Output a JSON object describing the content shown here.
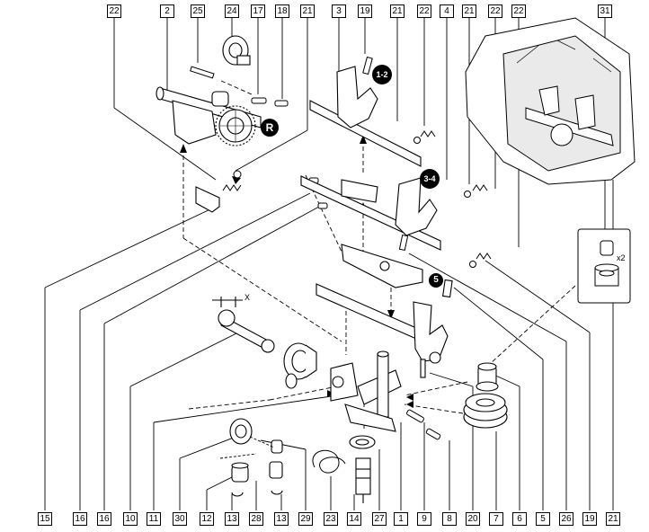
{
  "callouts": {
    "c_top_22a": "22",
    "c_top_2": "2",
    "c_top_25": "25",
    "c_top_24": "24",
    "c_top_17": "17",
    "c_top_18": "18",
    "c_top_21a": "21",
    "c_top_3": "3",
    "c_top_19": "19",
    "c_top_21b": "21",
    "c_top_22b": "22",
    "c_top_4": "4",
    "c_top_21c": "21",
    "c_top_22c": "22",
    "c_top_22d": "22",
    "c_top_31": "31",
    "c_bot_15": "15",
    "c_bot_16a": "16",
    "c_bot_16b": "16",
    "c_bot_10": "10",
    "c_bot_11": "11",
    "c_bot_30": "30",
    "c_bot_12": "12",
    "c_bot_13a": "13",
    "c_bot_28": "28",
    "c_bot_13b": "13",
    "c_bot_29": "29",
    "c_bot_23": "23",
    "c_bot_14": "14",
    "c_bot_27": "27",
    "c_bot_1": "1",
    "c_bot_9": "9",
    "c_bot_8": "8",
    "c_bot_20": "20",
    "c_bot_7": "7",
    "c_bot_6": "6",
    "c_bot_5": "5",
    "c_bot_26": "26",
    "c_bot_19": "19",
    "c_bot_21": "21"
  },
  "badges": {
    "badge_reverse": "R",
    "badge_12": "1-2",
    "badge_34": "3-4",
    "badge_5": "5"
  },
  "notes": {
    "x2": "x2",
    "x_dim": "X"
  }
}
